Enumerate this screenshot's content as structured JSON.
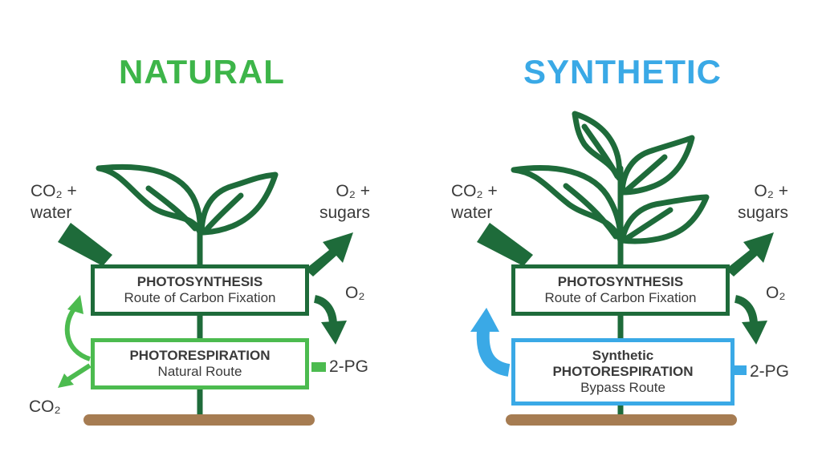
{
  "colors": {
    "natural_title": "#3db549",
    "synthetic_title": "#3aa9e6",
    "plant": "#1e6b3a",
    "natural_route": "#4cbb4f",
    "synthetic_route": "#3aa9e6",
    "soil": "#a67c52"
  },
  "natural": {
    "title": "NATURAL",
    "input_line1": "CO₂ +",
    "input_line2": "water",
    "output_line1": "O₂ +",
    "output_line2": "sugars",
    "o2": "O₂",
    "pg": "2-PG",
    "co2_out": "CO₂",
    "photosynthesis_title": "PHOTOSYNTHESIS",
    "photosynthesis_sub": "Route of Carbon Fixation",
    "photorespiration_title": "PHOTORESPIRATION",
    "photorespiration_sub": "Natural Route"
  },
  "synthetic": {
    "title": "SYNTHETIC",
    "input_line1": "CO₂ +",
    "input_line2": "water",
    "output_line1": "O₂ +",
    "output_line2": "sugars",
    "o2": "O₂",
    "pg": "2-PG",
    "photosynthesis_title": "PHOTOSYNTHESIS",
    "photosynthesis_sub": "Route of Carbon Fixation",
    "photorespiration_line1": "Synthetic",
    "photorespiration_title": "PHOTORESPIRATION",
    "photorespiration_sub": "Bypass Route"
  }
}
